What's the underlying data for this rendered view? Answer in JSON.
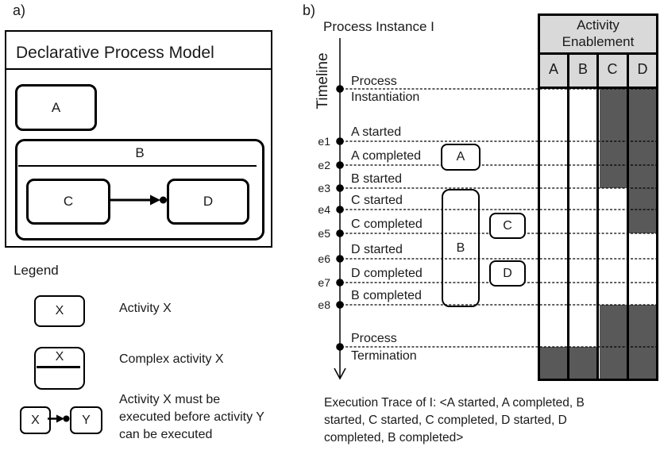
{
  "panel_a": {
    "label": "a)",
    "title": "Declarative Process Model",
    "activity_a": "A",
    "complex_b": "B",
    "activity_c": "C",
    "activity_d": "D"
  },
  "legend": {
    "title": "Legend",
    "item_activity": {
      "symbol": "X",
      "label": "Activity X"
    },
    "item_complex": {
      "symbol": "X",
      "label": "Complex activity X"
    },
    "item_precedence": {
      "from": "X",
      "to": "Y",
      "label": "Activity  X must be\nexecuted before activity Y\ncan be executed"
    }
  },
  "panel_b": {
    "label": "b)",
    "title": "Process Instance I",
    "timeline_label": "Timeline",
    "instantiation": {
      "line1": "Process",
      "line2": "Instantiation"
    },
    "termination": {
      "line1": "Process",
      "line2": "Termination"
    },
    "events": [
      {
        "id": "e1",
        "label": "A started"
      },
      {
        "id": "e2",
        "label": "A completed"
      },
      {
        "id": "e3",
        "label": "B started"
      },
      {
        "id": "e4",
        "label": "C started"
      },
      {
        "id": "e5",
        "label": "C completed"
      },
      {
        "id": "e6",
        "label": "D started"
      },
      {
        "id": "e7",
        "label": "D completed"
      },
      {
        "id": "e8",
        "label": "B completed"
      }
    ],
    "activity_boxes": {
      "a": "A",
      "b": "B",
      "c": "C",
      "d": "D"
    }
  },
  "table": {
    "header_line1": "Activity",
    "header_line2": "Enablement",
    "columns": [
      "A",
      "B",
      "C",
      "D"
    ],
    "colors": {
      "header_bg": "#d9d9d9",
      "enabled": "#ffffff",
      "disabled": "#595959"
    },
    "enablement_rows": [
      {
        "interval": "instantiation-e1",
        "states": [
          1,
          1,
          0,
          0
        ]
      },
      {
        "interval": "e1-e2",
        "states": [
          1,
          1,
          0,
          0
        ]
      },
      {
        "interval": "e2-e3",
        "states": [
          1,
          1,
          0,
          0
        ]
      },
      {
        "interval": "e3-e4",
        "states": [
          1,
          1,
          1,
          0
        ]
      },
      {
        "interval": "e4-e5",
        "states": [
          1,
          1,
          1,
          0
        ]
      },
      {
        "interval": "e5-e6",
        "states": [
          1,
          1,
          1,
          1
        ]
      },
      {
        "interval": "e6-e7",
        "states": [
          1,
          1,
          1,
          1
        ]
      },
      {
        "interval": "e7-e8",
        "states": [
          1,
          1,
          1,
          1
        ]
      },
      {
        "interval": "e8-termination",
        "states": [
          1,
          1,
          0,
          0
        ]
      },
      {
        "interval": "after-termination",
        "states": [
          0,
          0,
          0,
          0
        ]
      }
    ]
  },
  "trace": {
    "text": "Execution Trace of I: <A started, A completed, B\nstarted, C started, C completed, D started, D\ncompleted, B completed>"
  }
}
